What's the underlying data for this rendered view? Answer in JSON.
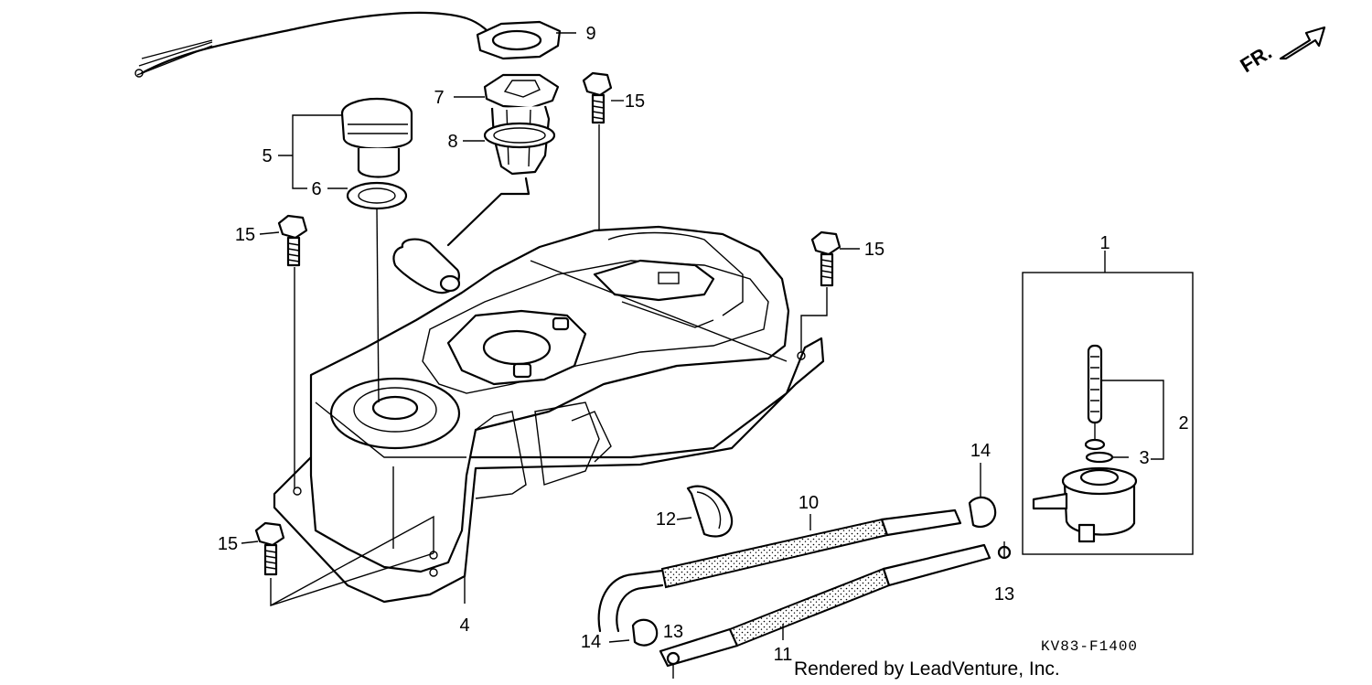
{
  "diagram": {
    "front_label": "FR.",
    "drawing_code": "KV83-F1400",
    "credit": "Rendered by LeadVenture, Inc.",
    "callouts": {
      "c1": "1",
      "c2": "2",
      "c3": "3",
      "c4": "4",
      "c5": "5",
      "c6": "6",
      "c7": "7",
      "c8": "8",
      "c9": "9",
      "c10": "10",
      "c11": "11",
      "c12": "12",
      "c13a": "13",
      "c13b": "13",
      "c14a": "14",
      "c14b": "14",
      "c15a": "15",
      "c15b": "15",
      "c15c": "15",
      "c15d": "15"
    }
  }
}
